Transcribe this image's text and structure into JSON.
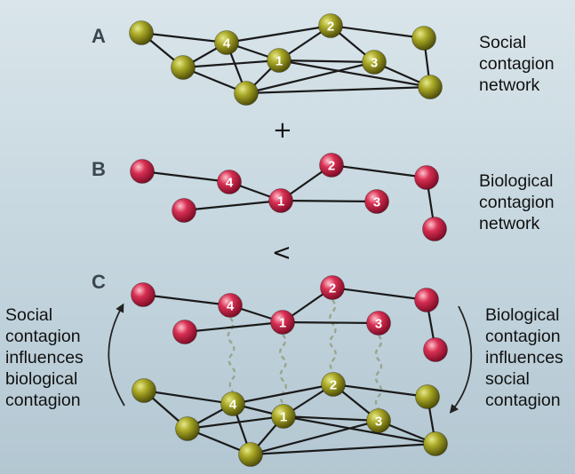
{
  "panels": {
    "a": {
      "letter": "A",
      "caption": [
        "Social",
        "contagion",
        "network"
      ]
    },
    "b": {
      "letter": "B",
      "caption": [
        "Biological",
        "contagion",
        "network"
      ]
    },
    "c": {
      "letter": "C"
    }
  },
  "operators": {
    "plus": "+",
    "less_than": "<"
  },
  "side_labels": {
    "left": [
      "Social",
      "contagion",
      "influences",
      "biological",
      "contagion"
    ],
    "right": [
      "Biological",
      "contagion",
      "influences",
      "social",
      "contagion"
    ]
  },
  "node_labels": [
    "1",
    "2",
    "3",
    "4"
  ],
  "colors": {
    "social_node": "#9a9a1a",
    "biological_node": "#d0284c",
    "edge": "#1a1a1a",
    "interlayer_link": "#9aa58e"
  }
}
